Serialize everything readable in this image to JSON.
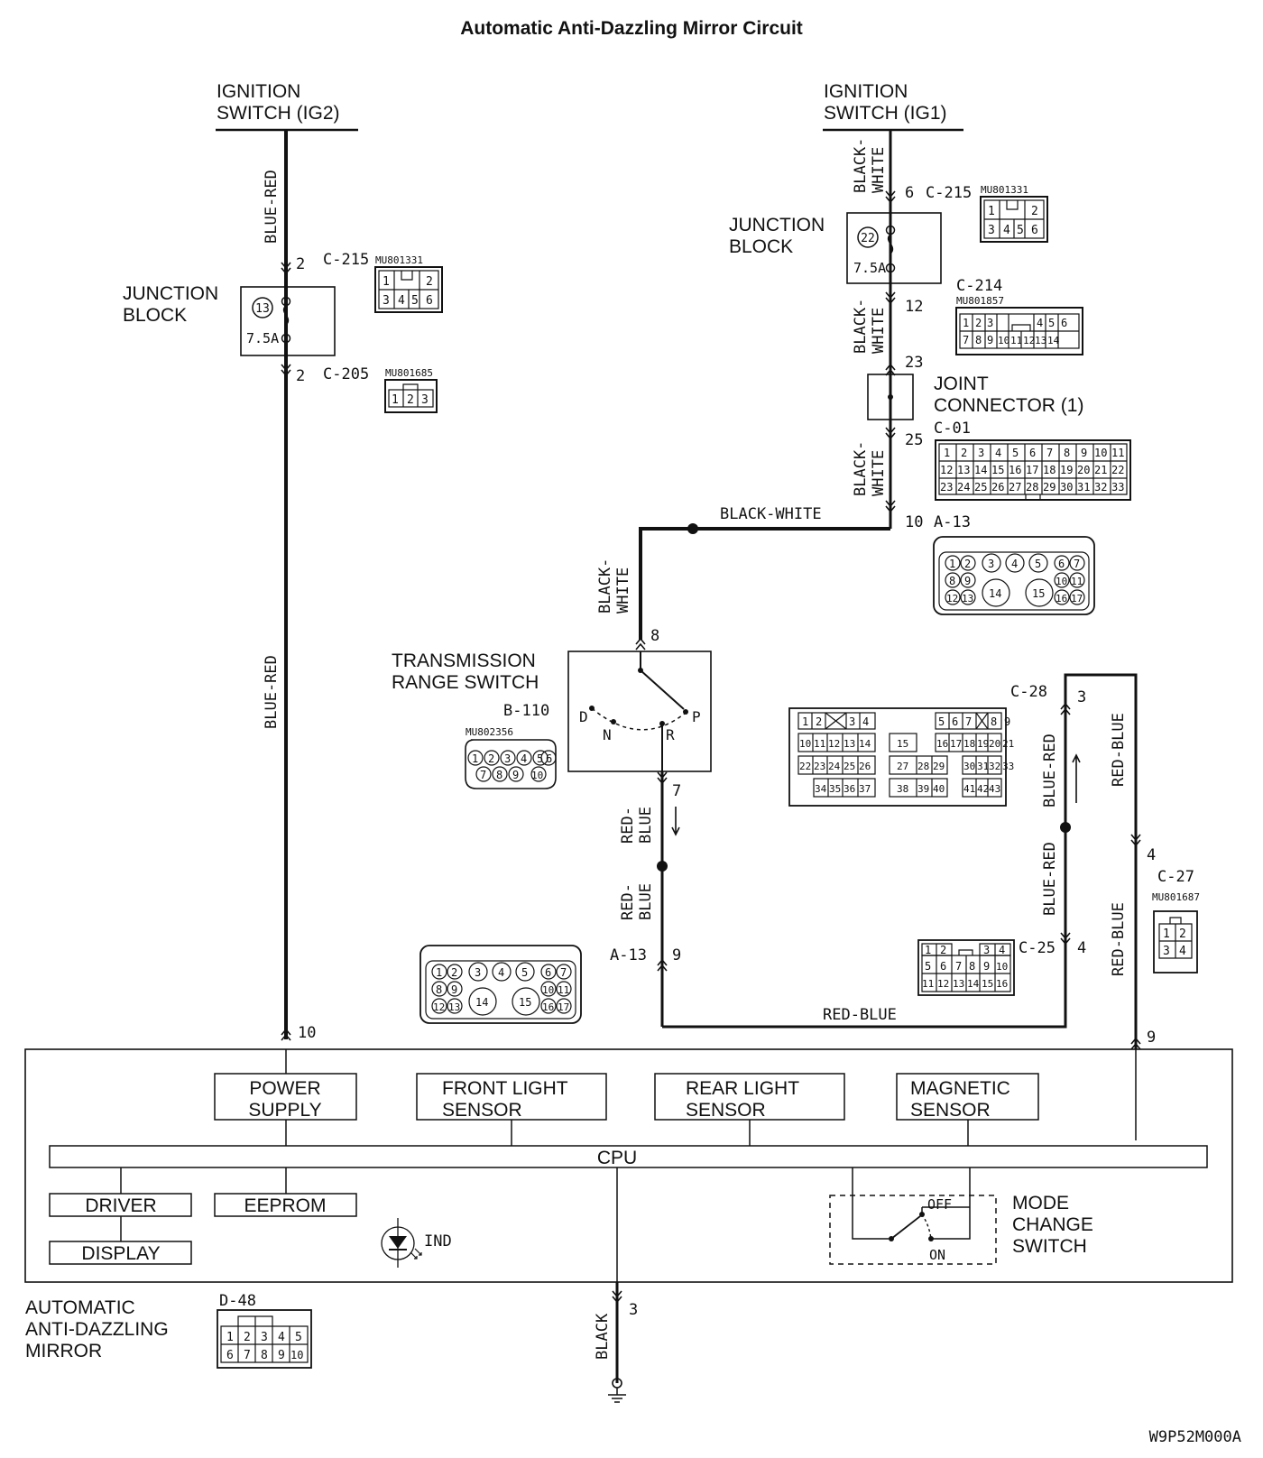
{
  "title": "Automatic Anti-Dazzling Mirror Circuit",
  "ig2": {
    "line1": "IGNITION",
    "line2": "SWITCH (IG2)"
  },
  "ig1": {
    "line1": "IGNITION",
    "line2": "SWITCH (IG1)"
  },
  "wires": {
    "blue_red": "BLUE-RED",
    "black_white": "BLACK-WHITE",
    "black_v1": "BLACK-",
    "white_v2": "WHITE",
    "red_v1": "RED-",
    "blue_v2": "BLUE",
    "red_blue": "RED-BLUE",
    "black": "BLACK"
  },
  "jb_left": {
    "line1": "JUNCTION",
    "line2": "BLOCK",
    "fuse_no": "13",
    "fuse_rating": "7.5A"
  },
  "jb_right": {
    "line1": "JUNCTION",
    "line2": "BLOCK",
    "fuse_no": "22",
    "fuse_rating": "7.5A"
  },
  "joint": {
    "line1": "JOINT",
    "line2": "CONNECTOR (1)"
  },
  "trs": {
    "line1": "TRANSMISSION",
    "line2": "RANGE SWITCH",
    "pos_d": "D",
    "pos_n": "N",
    "pos_r": "R",
    "pos_p": "P"
  },
  "connectors": {
    "c215": "C-215",
    "c205": "C-205",
    "c214": "C-214",
    "c01": "C-01",
    "a13": "A-13",
    "b110": "B-110",
    "c28": "C-28",
    "c27": "C-27",
    "c25": "C-25",
    "d48": "D-48",
    "mu801331": "MU801331",
    "mu801685": "MU801685",
    "mu801857": "MU801857",
    "mu802356": "MU802356",
    "mu801687": "MU801687"
  },
  "pins": {
    "p2": "2",
    "p3": "3",
    "p4": "4",
    "p6": "6",
    "p7": "7",
    "p8": "8",
    "p9": "9",
    "p10": "10",
    "p12": "12",
    "p23": "23",
    "p25": "25"
  },
  "mirror": {
    "power_l1": "POWER",
    "power_l2": "SUPPLY",
    "front_l1": "FRONT LIGHT",
    "front_l2": "SENSOR",
    "rear_l1": "REAR LIGHT",
    "rear_l2": "SENSOR",
    "mag_l1": "MAGNETIC",
    "mag_l2": "SENSOR",
    "cpu": "CPU",
    "driver": "DRIVER",
    "eeprom": "EEPROM",
    "display": "DISPLAY",
    "ind": "IND",
    "off": "OFF",
    "on": "ON",
    "mode_l1": "MODE",
    "mode_l2": "CHANGE",
    "mode_l3": "SWITCH",
    "name_l1": "AUTOMATIC",
    "name_l2": "ANTI-DAZZLING",
    "name_l3": "MIRROR"
  },
  "code": "W9P52M000A"
}
